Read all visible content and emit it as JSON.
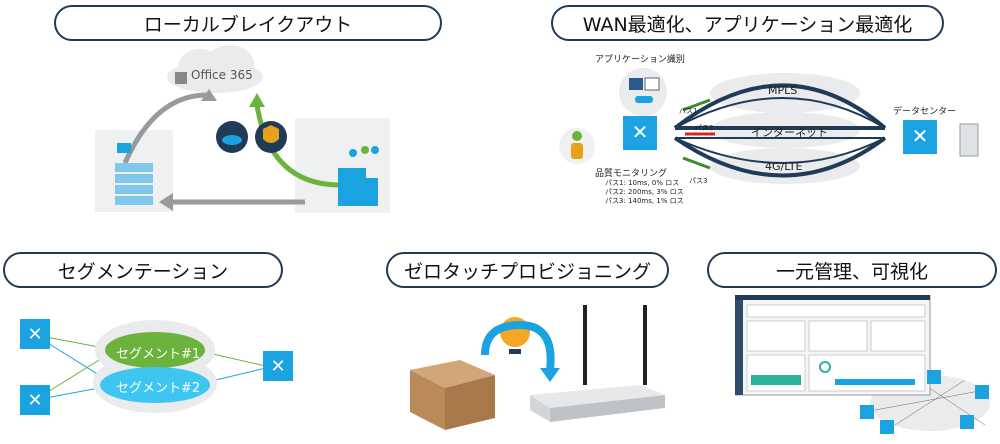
{
  "sections": {
    "local_breakout": {
      "title": "ローカルブレイクアウト",
      "cloud_label": "Office 365"
    },
    "wan_opt": {
      "title": "WAN最適化、アプリケーション最適化",
      "app_id_label": "アプリケーション識別",
      "datacenter_label": "データセンター",
      "quality_label": "品質モニタリング",
      "quality_items": [
        "パス1: 10ms, 0% ロス",
        "パス2: 200ms, 3% ロス",
        "パス3: 140ms, 1% ロス"
      ],
      "paths": {
        "mpls": "MPLS",
        "internet": "インターネット",
        "lte": "4G/LTE"
      },
      "path_tags": [
        "パス1",
        "パス2",
        "パス3"
      ]
    },
    "segmentation": {
      "title": "セグメンテーション",
      "seg1": "セグメント#1",
      "seg2": "セグメント#2"
    },
    "ztp": {
      "title": "ゼロタッチプロビジョニング"
    },
    "mgmt": {
      "title": "一元管理、可視化"
    }
  },
  "colors": {
    "border": "#1f3b57",
    "router_blue": "#1aa3e0",
    "green": "#6cb33e",
    "cyan_cloud": "#3ec6f0"
  }
}
